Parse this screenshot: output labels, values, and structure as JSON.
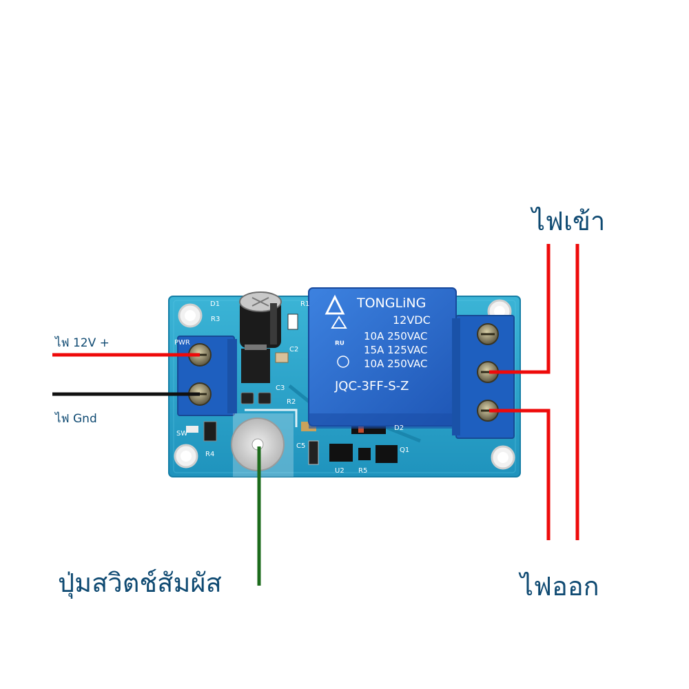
{
  "labels": {
    "power_positive": "ไฟ 12V +",
    "power_ground": "ไฟ Gnd",
    "touch_switch": "ปุ่มสวิตช์สัมผัส",
    "power_in": "ไฟเข้า",
    "power_out": "ไฟออก"
  },
  "relay": {
    "brand": "TONGLiNG",
    "coil_voltage": "12VDC",
    "rating_1": "10A 250VAC",
    "rating_2": "15A 125VAC",
    "rating_3": "10A 250VAC",
    "model": "JQC-3FF-S-Z"
  },
  "pcb_labels": {
    "d1": "D1",
    "r3": "R3",
    "r1": "R1",
    "c2": "C2",
    "c3": "C3",
    "r2": "R2",
    "c5": "C5",
    "d2": "D2",
    "q1": "Q1",
    "u2": "U2",
    "r5": "R5",
    "sw": "SW",
    "r4": "R4",
    "pwr": "PWR"
  },
  "colors": {
    "board": "#27a3c8",
    "terminal": "#1e5fbf",
    "relay": "#2b6fd1",
    "wire_red": "#ee0a0a",
    "wire_black": "#111111",
    "wire_green": "#1c6b1c",
    "label": "#0f4a72"
  }
}
